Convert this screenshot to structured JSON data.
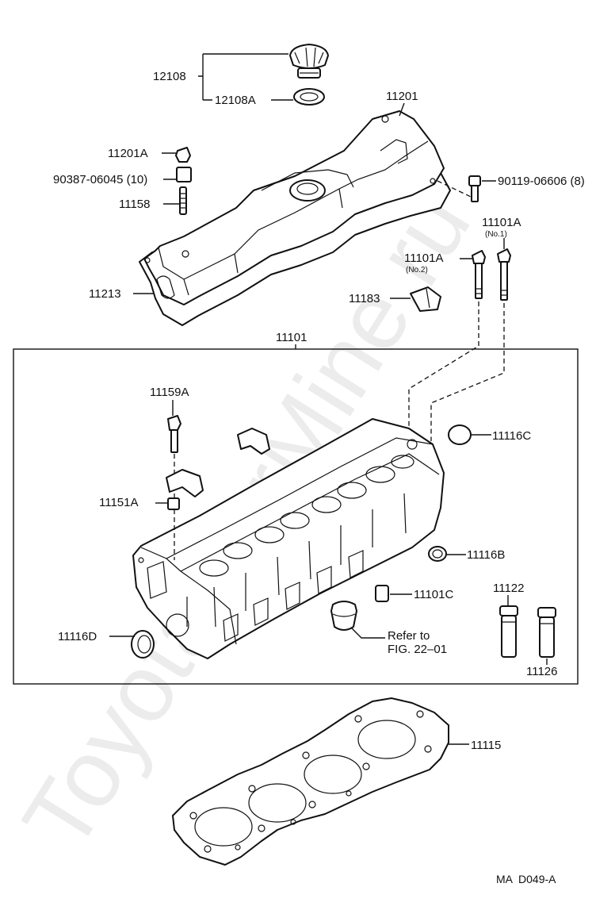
{
  "watermark": "ToyotaCarMine.ru",
  "diagram_code": "MA  D049-A",
  "reference": {
    "line1": "Refer to",
    "line2": "FIG. 22–01"
  },
  "labels": {
    "p12108": "12108",
    "p12108A": "12108A",
    "p11201": "11201",
    "p11201A": "11201A",
    "p90387": "90387-06045 (10)",
    "p11158": "11158",
    "p90119": "90119-06606 (8)",
    "p11101A_no1": "11101A",
    "no1": "(No.1)",
    "p11101A_no2": "11101A",
    "no2": "(No.2)",
    "p11183": "11183",
    "p11213": "11213",
    "p11101": "11101",
    "p11159A": "11159A",
    "p11116C": "11116C",
    "p11151A": "11151A",
    "p11116B": "11116B",
    "p11101C": "11101C",
    "p11122": "11122",
    "p11116D": "11116D",
    "p11126": "11126",
    "p11115": "11115"
  },
  "icons": [
    "oil-filler-cap-icon",
    "gasket-ring-icon",
    "valve-cover-icon",
    "bolt-icon",
    "cylinder-head-icon",
    "head-gasket-icon",
    "plug-icon",
    "valve-guide-icon"
  ]
}
